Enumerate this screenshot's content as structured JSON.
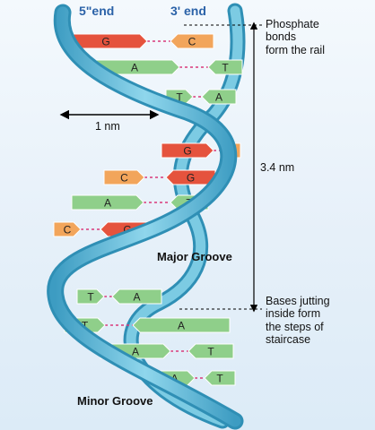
{
  "labels": {
    "five_end": "5\"end",
    "three_end": "3' end",
    "phosphate": "Phosphate\nbonds\nform the rail",
    "one_nm": "1 nm",
    "pitch": "3.4 nm",
    "major_groove": "Major Groove",
    "bases": "Bases jutting\ninside form\nthe steps of\nstaircase",
    "minor_groove": "Minor Groove"
  },
  "base_pairs": [
    {
      "left": "G",
      "right": "C"
    },
    {
      "left": "A",
      "right": "T"
    },
    {
      "left": "T",
      "right": "A"
    },
    {
      "left": "G",
      "right": "C"
    },
    {
      "left": "C",
      "right": "G"
    },
    {
      "left": "A",
      "right": "T"
    },
    {
      "left": "C",
      "right": "G"
    },
    {
      "left": "T",
      "right": "A"
    },
    {
      "left": "T",
      "right": "A"
    },
    {
      "left": "A",
      "right": "T"
    },
    {
      "left": "A",
      "right": "T"
    }
  ],
  "colors": {
    "background": "#eaf3fb",
    "backbone": "#6cc0dc",
    "backbone_dark": "#2f8fb5",
    "guanine": "#e5533d",
    "cytosine": "#f2a55b",
    "adenine": "#8fcf8a",
    "thymine": "#8fcf8a",
    "bond": "#d9397a",
    "end_label": "#2b62a8"
  }
}
